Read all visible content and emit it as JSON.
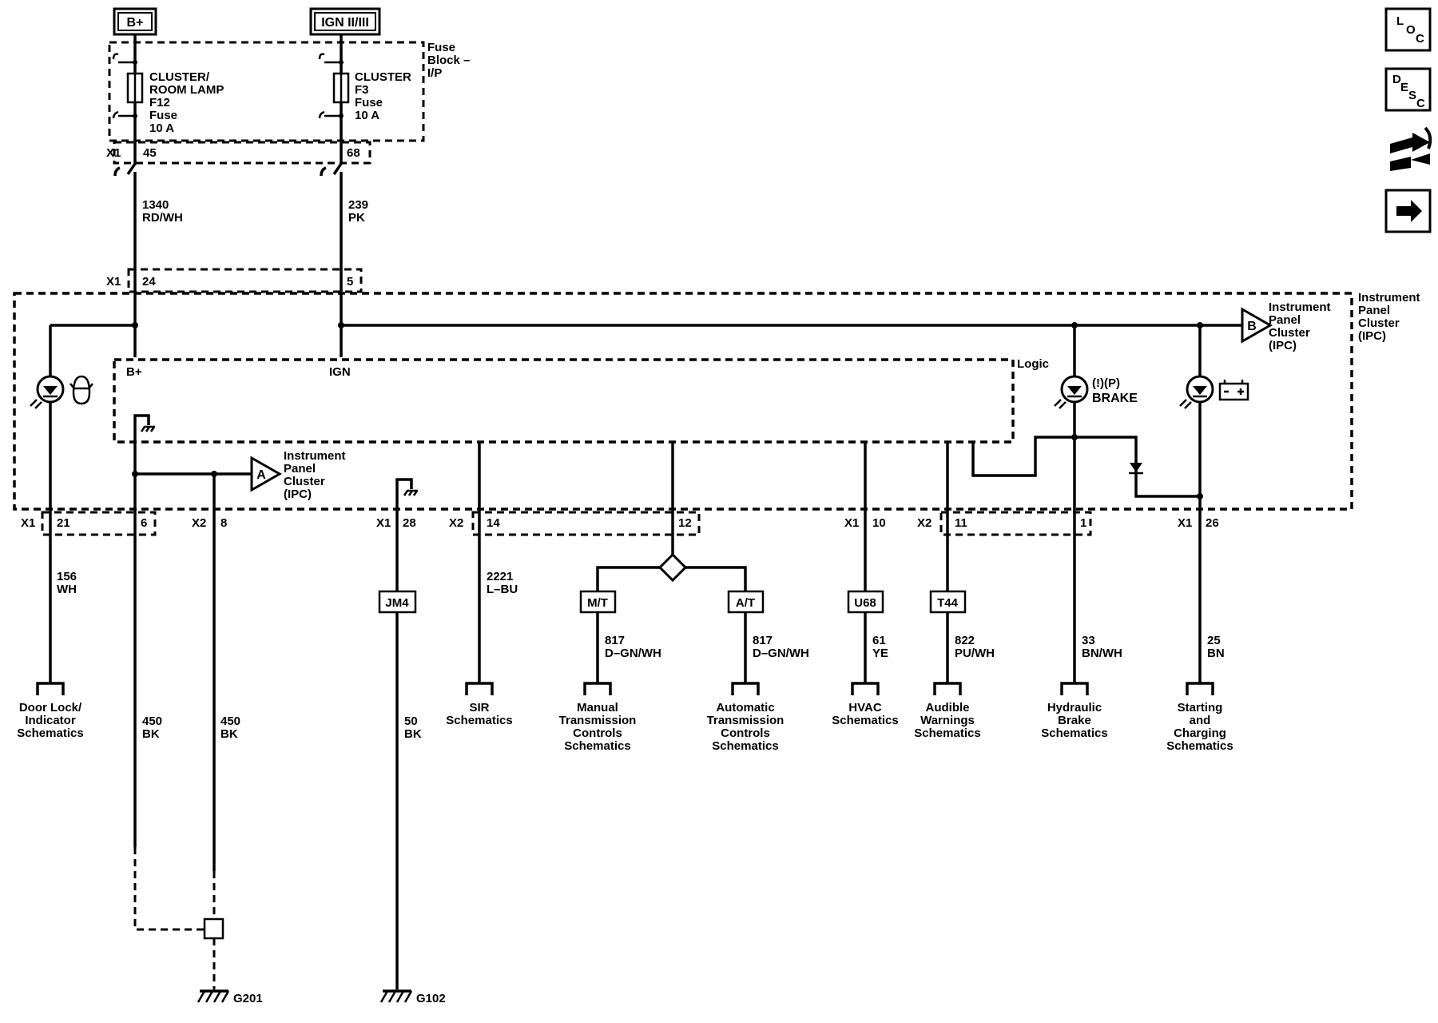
{
  "power": {
    "bplus": "B+",
    "ign": "IGN II/III"
  },
  "fuse_block": {
    "label_1": "Fuse",
    "label_2": "Block –",
    "label_3": "I/P",
    "fuse1": [
      "CLUSTER/",
      "ROOM LAMP",
      "F12",
      "Fuse",
      "10 A"
    ],
    "fuse2": [
      "CLUSTER",
      "F3",
      "Fuse",
      "10 A"
    ]
  },
  "connectors": {
    "x1": "X1",
    "x2": "X2",
    "pin_45": "45",
    "pin_68": "68",
    "pin_24": "24",
    "pin_5": "5",
    "pin_21": "21",
    "pin_6": "6",
    "pin_8": "8",
    "pin_28": "28",
    "pin_14": "14",
    "pin_12": "12",
    "pin_10": "10",
    "pin_11": "11",
    "pin_1": "1",
    "pin_26": "26"
  },
  "wires": {
    "w1340": [
      "1340",
      "RD/WH"
    ],
    "w239": [
      "239",
      "PK"
    ],
    "w156": [
      "156",
      "WH"
    ],
    "w450a": [
      "450",
      "BK"
    ],
    "w450b": [
      "450",
      "BK"
    ],
    "w50": [
      "50",
      "BK"
    ],
    "w2221": [
      "2221",
      "L–BU"
    ],
    "w817a": [
      "817",
      "D–GN/WH"
    ],
    "w817b": [
      "817",
      "D–GN/WH"
    ],
    "w61": [
      "61",
      "YE"
    ],
    "w822": [
      "822",
      "PU/WH"
    ],
    "w33": [
      "33",
      "BN/WH"
    ],
    "w25": [
      "25",
      "BN"
    ]
  },
  "ipc": {
    "label": [
      "Instrument",
      "Panel",
      "Cluster",
      "(IPC)"
    ],
    "logic": "Logic",
    "bplus_pin": "B+",
    "ign_pin": "IGN",
    "ref_a": "A",
    "ref_b": "B",
    "brake_text": "BRAKE",
    "brake_icons": "(!)(P)"
  },
  "options": {
    "jm4": "JM4",
    "mt": "M/T",
    "at": "A/T",
    "u68": "U68",
    "t44": "T44"
  },
  "destinations": {
    "door": [
      "Door Lock/",
      "Indicator",
      "Schematics"
    ],
    "sir": [
      "SIR",
      "Schematics"
    ],
    "manual": [
      "Manual",
      "Transmission",
      "Controls",
      "Schematics"
    ],
    "auto": [
      "Automatic",
      "Transmission",
      "Controls",
      "Schematics"
    ],
    "hvac": [
      "HVAC",
      "Schematics"
    ],
    "audible": [
      "Audible",
      "Warnings",
      "Schematics"
    ],
    "hydraulic": [
      "Hydraulic",
      "Brake",
      "Schematics"
    ],
    "starting": [
      "Starting",
      "and",
      "Charging",
      "Schematics"
    ]
  },
  "grounds": {
    "g201": "G201",
    "g102": "G102"
  },
  "nav": {
    "loc": [
      "L",
      "O",
      "C"
    ],
    "desc": [
      "D",
      "E",
      "S",
      "C"
    ],
    "icons": [
      "connector-icon",
      "next-arrow-icon"
    ]
  }
}
